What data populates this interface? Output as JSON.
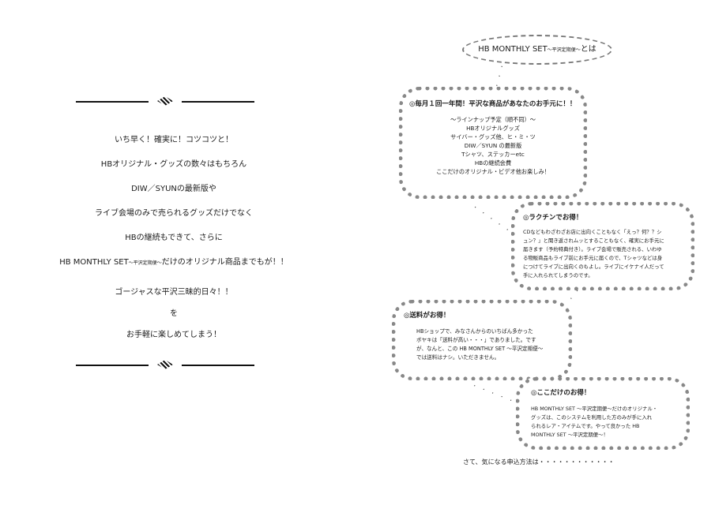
{
  "left": {
    "lines": [
      "いち早く！確実に！コツコツと！",
      "HBオリジナル・グッズの数々はもちろん",
      "DIW／SYUNの最新版や",
      "ライブ会場のみで売られるグッズだけでなく",
      "HBの継続もできて、さらに"
    ],
    "line6_main": "HB MONTHLY SET",
    "line6_small": "〜平沢定期便〜",
    "line6_tail": "だけのオリジナル商品までもが！！",
    "lines_after": [
      "ゴージャスな平沢三昧的日々！！",
      "を",
      "お手軽に楽しめてしまう！"
    ]
  },
  "right": {
    "title_main": "HB MONTHLY SET",
    "title_small": "〜平沢定期便〜",
    "title_tail": "とは",
    "bubble1": {
      "head": "◎毎月１回一年間！平沢な商品があなたのお手元に！！",
      "lines": [
        "〜ラインナップ予定（順不同）〜",
        "HBオリジナルグッズ",
        "サイバー・グッズ他、ヒ・ミ・ツ",
        "DIW／SYUN の最新版",
        "Tシャツ、ステッカーetc",
        "HBの継続会費",
        "ここだけのオリジナル・ビデオ他お楽しみ！"
      ]
    },
    "bubble2": {
      "head": "◎ラクチンでお得！",
      "lines": [
        "CDなどもわざわざお店に出向くこともなく「えっ？何？？シ",
        "ュン？」と聞き返されムッとすることもなく、確実にお手元に",
        "届きます（予約特典付き）。ライブ会場で販売される、いわゆ",
        "る物販商品もライブ前にお手元に届くので、Tシャツなどは身",
        "につけてライブに出向くのもよし。ライブにイケナイ人だって",
        "手に入れられてしまうのです。"
      ]
    },
    "bubble3": {
      "head": "◎送料がお得！",
      "lines": [
        "HBショップで、みなさんからのいちばん多かった",
        "ボヤキは「送料が高い・・・」でありました。です",
        "が、なんと、この HB MONTHLY SET 〜平沢定期便〜",
        "では送料はナシ。いただきません。"
      ]
    },
    "bubble4": {
      "head": "◎ここだけのお得！",
      "lines": [
        "HB MONTHLY SET 〜平沢定期便〜だけのオリジナル・",
        "グッズは、このシステムを利用した方のみが手に入れ",
        "られるレア・アイテムです。やって良かった HB",
        "MONTHLY SET 〜平沢定期便〜！"
      ]
    },
    "closing": "さて、気になる申込方法は・・・・・・・・・・・・"
  }
}
